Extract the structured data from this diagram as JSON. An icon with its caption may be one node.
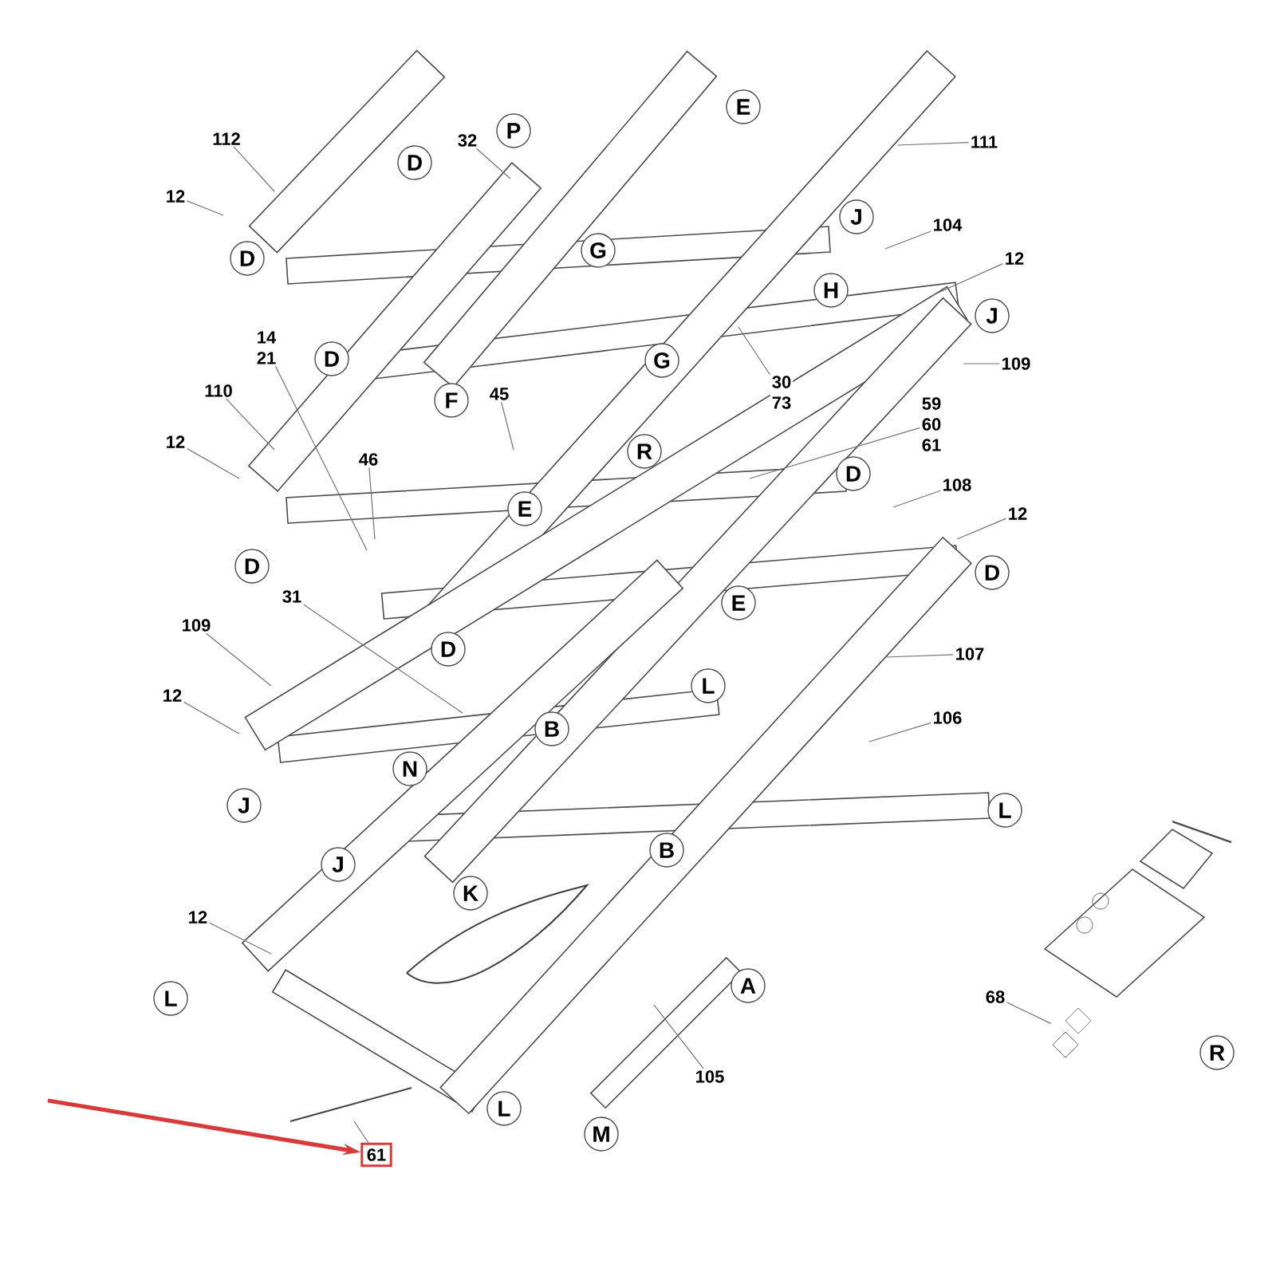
{
  "diagram": {
    "nodes": [
      {
        "text": [
          "112"
        ]
      },
      {
        "text": [
          "D"
        ]
      },
      {
        "text": [
          "32"
        ]
      },
      {
        "text": [
          "P"
        ]
      },
      {
        "text": [
          "E"
        ]
      },
      {
        "text": [
          "111"
        ]
      },
      {
        "text": [
          "12"
        ]
      },
      {
        "text": [
          "J"
        ]
      },
      {
        "text": [
          "104"
        ]
      },
      {
        "text": [
          "G"
        ]
      },
      {
        "text": [
          "D"
        ]
      },
      {
        "text": [
          "12"
        ]
      },
      {
        "text": [
          "H"
        ]
      },
      {
        "text": [
          "J"
        ]
      },
      {
        "text": [
          "14",
          "21"
        ]
      },
      {
        "text": [
          "D"
        ]
      },
      {
        "text": [
          "G"
        ]
      },
      {
        "text": [
          "30",
          "73"
        ]
      },
      {
        "text": [
          "109"
        ]
      },
      {
        "text": [
          "110"
        ]
      },
      {
        "text": [
          "45"
        ]
      },
      {
        "text": [
          "F"
        ]
      },
      {
        "text": [
          "59",
          "60",
          "61"
        ]
      },
      {
        "text": [
          "12"
        ]
      },
      {
        "text": [
          "R"
        ]
      },
      {
        "text": [
          "46"
        ]
      },
      {
        "text": [
          "D"
        ]
      },
      {
        "text": [
          "108"
        ]
      },
      {
        "text": [
          "E"
        ]
      },
      {
        "text": [
          "12"
        ]
      },
      {
        "text": [
          "D"
        ]
      },
      {
        "text": [
          "D"
        ]
      },
      {
        "text": [
          "31"
        ]
      },
      {
        "text": [
          "E"
        ]
      },
      {
        "text": [
          "109"
        ]
      },
      {
        "text": [
          "D"
        ]
      },
      {
        "text": [
          "107"
        ]
      },
      {
        "text": [
          "L"
        ]
      },
      {
        "text": [
          "12"
        ]
      },
      {
        "text": [
          "106"
        ]
      },
      {
        "text": [
          "B"
        ]
      },
      {
        "text": [
          "N"
        ]
      },
      {
        "text": [
          "J"
        ]
      },
      {
        "text": [
          "L"
        ]
      },
      {
        "text": [
          "B"
        ]
      },
      {
        "text": [
          "J"
        ]
      },
      {
        "text": [
          "K"
        ]
      },
      {
        "text": [
          "12"
        ]
      },
      {
        "text": [
          "A"
        ]
      },
      {
        "text": [
          "L"
        ]
      },
      {
        "text": [
          "68"
        ]
      },
      {
        "text": [
          "R"
        ]
      },
      {
        "text": [
          "105"
        ]
      },
      {
        "text": [
          "L"
        ]
      },
      {
        "text": [
          "M"
        ]
      },
      {
        "text": [
          "61"
        ]
      },
      {
        "text": [],
        "shape": "picture"
      }
    ],
    "edges": [
      {
        "from": 0,
        "to": null,
        "arrow": "none"
      },
      {
        "from": 2,
        "to": null,
        "arrow": "none"
      },
      {
        "from": 5,
        "to": null,
        "arrow": "none"
      },
      {
        "from": 6,
        "to": null,
        "arrow": "none"
      },
      {
        "from": 8,
        "to": null,
        "arrow": "none"
      },
      {
        "from": 11,
        "to": null,
        "arrow": "none"
      },
      {
        "from": 14,
        "to": null,
        "arrow": "none"
      },
      {
        "from": 17,
        "to": null,
        "arrow": "none"
      },
      {
        "from": 18,
        "to": null,
        "arrow": "none"
      },
      {
        "from": 19,
        "to": null,
        "arrow": "none"
      },
      {
        "from": 20,
        "to": null,
        "arrow": "none"
      },
      {
        "from": 22,
        "to": null,
        "arrow": "none"
      },
      {
        "from": 23,
        "to": null,
        "arrow": "none"
      },
      {
        "from": 25,
        "to": null,
        "arrow": "none"
      },
      {
        "from": 27,
        "to": null,
        "arrow": "none"
      },
      {
        "from": 29,
        "to": null,
        "arrow": "none"
      },
      {
        "from": 32,
        "to": null,
        "arrow": "none"
      },
      {
        "from": 34,
        "to": null,
        "arrow": "none"
      },
      {
        "from": 36,
        "to": null,
        "arrow": "none"
      },
      {
        "from": 38,
        "to": null,
        "arrow": "none"
      },
      {
        "from": 39,
        "to": null,
        "arrow": "none"
      },
      {
        "from": 47,
        "to": null,
        "arrow": "none"
      },
      {
        "from": 50,
        "to": 56,
        "arrow": "none"
      },
      {
        "from": 52,
        "to": null,
        "arrow": "none"
      },
      {
        "from": 55,
        "to": null,
        "arrow": "none"
      },
      {
        "from": null,
        "to": 55,
        "arrow": "to",
        "color": "#d63a3a",
        "style": "thick"
      }
    ]
  }
}
